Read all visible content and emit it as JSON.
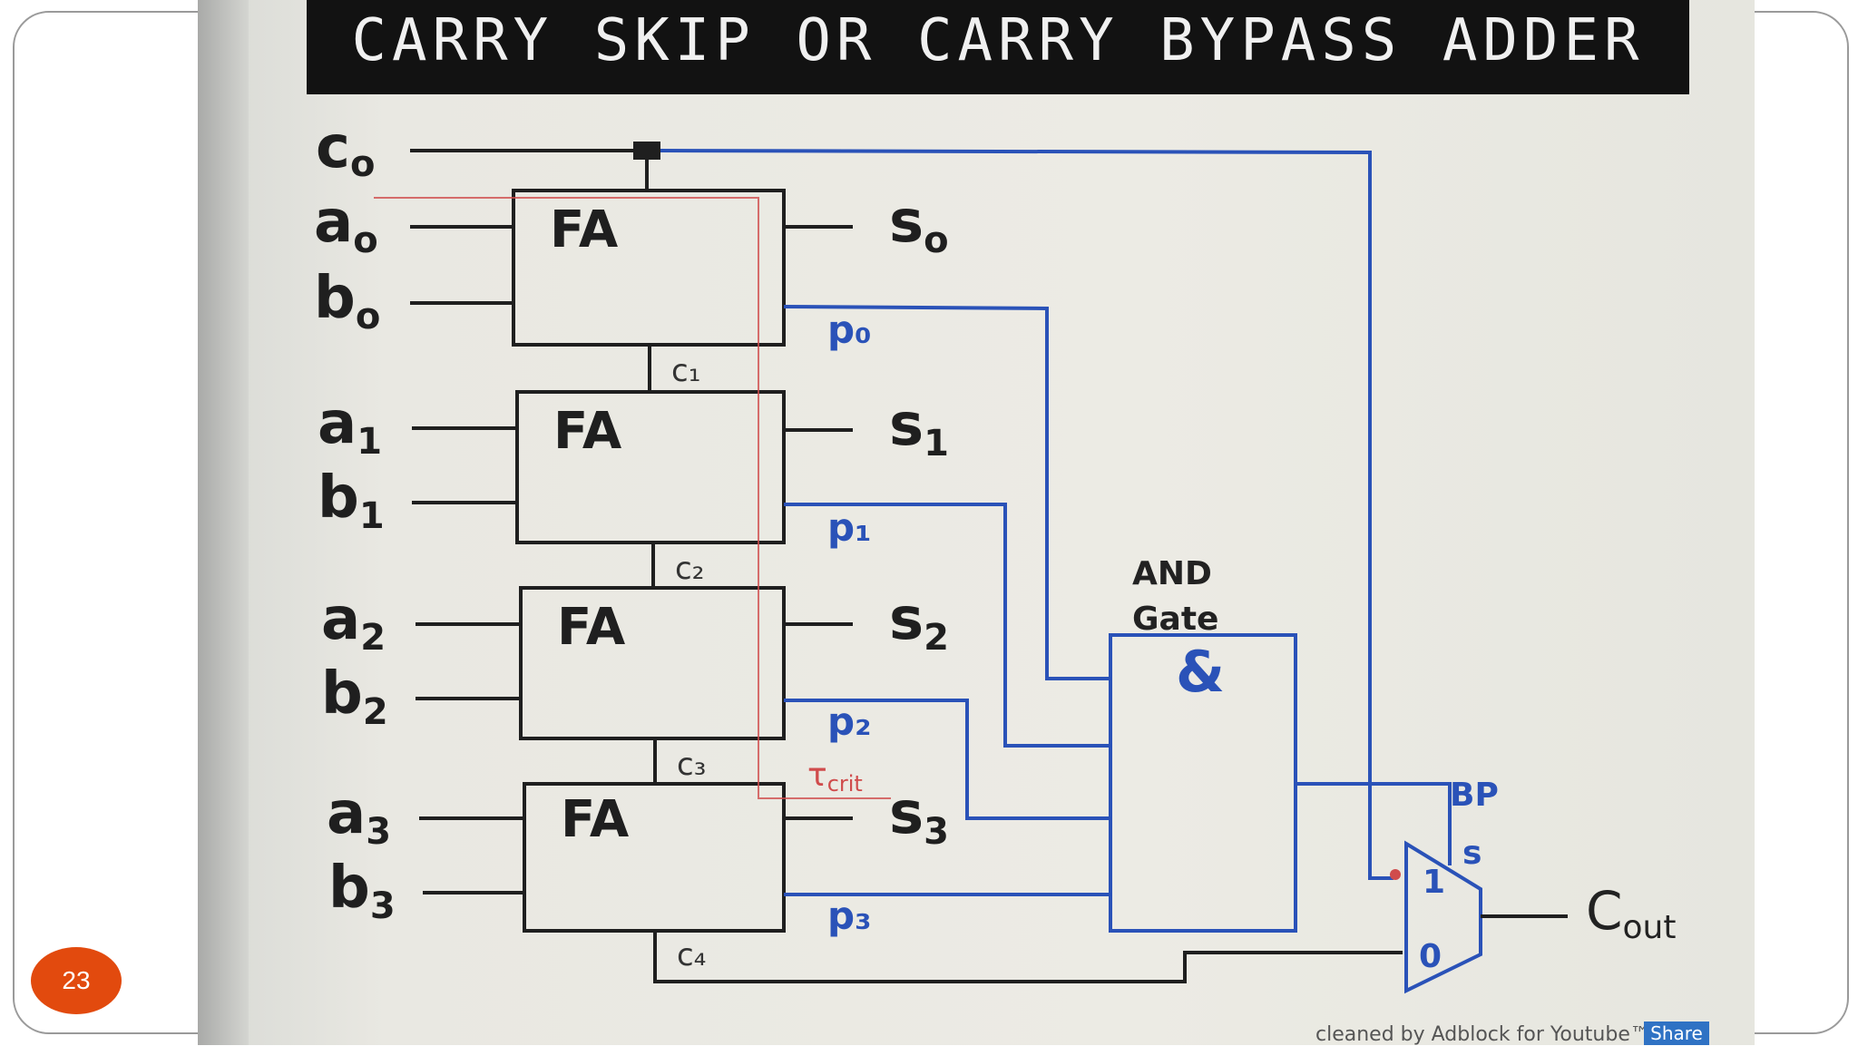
{
  "slide": {
    "title": "CARRY SKIP OR CARRY BYPASS ADDER",
    "page_number": "23",
    "footer_note": "cleaned by Adblock for Youtube™",
    "share_label": "Share"
  },
  "diagram": {
    "carry_in": {
      "main": "c",
      "sub": "o"
    },
    "inputs": [
      {
        "a_main": "a",
        "a_sub": "o",
        "b_main": "b",
        "b_sub": "o"
      },
      {
        "a_main": "a",
        "a_sub": "1",
        "b_main": "b",
        "b_sub": "1"
      },
      {
        "a_main": "a",
        "a_sub": "2",
        "b_main": "b",
        "b_sub": "2"
      },
      {
        "a_main": "a",
        "a_sub": "3",
        "b_main": "b",
        "b_sub": "3"
      }
    ],
    "full_adders": [
      "FA",
      "FA",
      "FA",
      "FA"
    ],
    "sums": [
      {
        "main": "s",
        "sub": "o"
      },
      {
        "main": "s",
        "sub": "1"
      },
      {
        "main": "s",
        "sub": "2"
      },
      {
        "main": "s",
        "sub": "3"
      }
    ],
    "carries": [
      "c₁",
      "c₂",
      "c₃",
      "c₄"
    ],
    "propagates": [
      "p₀",
      "p₁",
      "p₂",
      "p₃"
    ],
    "and_gate": {
      "line1": "AND",
      "line2": "Gate",
      "symbol": "&"
    },
    "mux": {
      "select_label": "BP",
      "s_label": "s",
      "input_1": "1",
      "input_0": "0"
    },
    "output": {
      "main": "C",
      "sub": "out"
    },
    "critical_path": {
      "main": "τ",
      "sub": "crit"
    }
  },
  "colors": {
    "wire_black": "#1f1f1f",
    "wire_blue": "#2a52b8",
    "critical_path_red": "#d04c4c",
    "title_bar": "#121212",
    "page_badge": "#e24a0e"
  }
}
